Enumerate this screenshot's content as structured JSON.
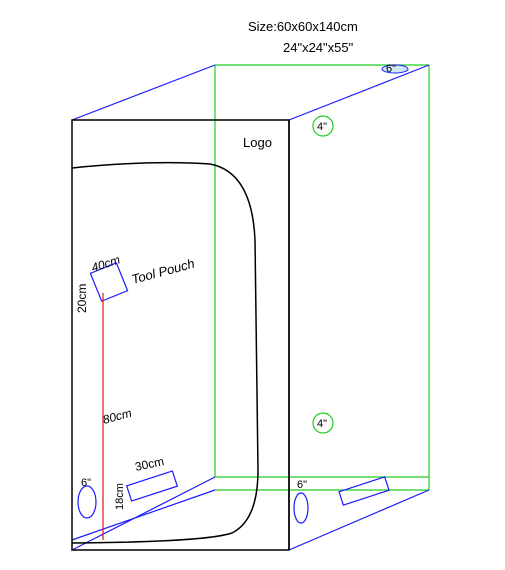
{
  "diagram": {
    "size_cm": "Size:60x60x140cm",
    "size_in": "24\"x24\"x55\"",
    "logo": "Logo",
    "vent_top": "6\"",
    "port_upper": "4\"",
    "port_lower": "4\"",
    "vent_front_left": "6\"",
    "vent_side": "6\"",
    "pouch_width": "40cm",
    "pouch_height": "20cm",
    "pouch_label": "Tool Pouch",
    "pouch_elevation": "80cm",
    "window_width": "30cm",
    "window_height": "18cm",
    "colors": {
      "outline": "#000000",
      "back_edges": "#22cc22",
      "blue": "#1a1aff",
      "red": "#e0141e",
      "vent_fill": "#cfe8f7"
    }
  }
}
